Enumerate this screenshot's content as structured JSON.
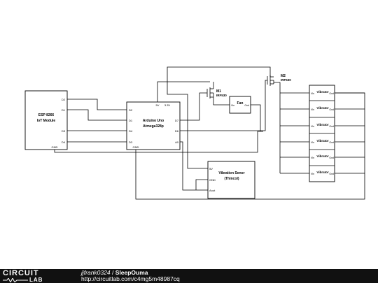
{
  "esp": {
    "title": "ESP 8266",
    "subtitle": "IoT Module",
    "pins": [
      "D2",
      "D1",
      "D3",
      "D4"
    ],
    "gnd": "GND"
  },
  "arduino": {
    "title": "Arduino Uno",
    "subtitle": "Atmega328p",
    "left_pins": [
      "D2",
      "D1",
      "D4",
      "D3"
    ],
    "right_pins": [
      "D7",
      "D6",
      "A0"
    ],
    "top_pins": [
      "5V",
      "3.3V"
    ],
    "gnd": "GND"
  },
  "m1": {
    "name": "M1",
    "part": "IRF530"
  },
  "m2": {
    "name": "M2",
    "part": "IRF530"
  },
  "fan": {
    "title": "Fan",
    "vin": "Vin",
    "gnd": "Gnd"
  },
  "sensor": {
    "title": "Vibration Senor",
    "subtitle": "(Thincol)",
    "pins": [
      "5V",
      "GND",
      "Aout"
    ]
  },
  "vibrator": {
    "title": "Vibrator",
    "vin": "Vin",
    "gnd": "Gnd",
    "count": 6
  },
  "footer": {
    "logo_top": "CIRCUIT",
    "logo_bottom": "LAB",
    "user": "jjfrank0324",
    "separator": "/",
    "title": "SleepOuma",
    "url": "http://circuitlab.com/c4mg5m48987cq"
  }
}
